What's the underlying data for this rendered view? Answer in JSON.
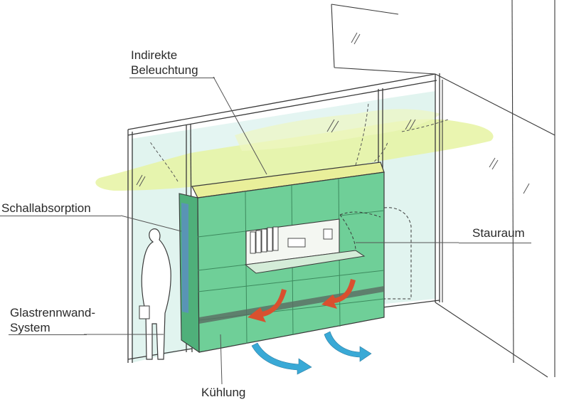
{
  "labels": {
    "lighting_line1": "Indirekte",
    "lighting_line2": "Beleuchtung",
    "sound": "Schallabsorption",
    "storage": "Stauraum",
    "partition_line1": "Glastrennwand-",
    "partition_line2": "System",
    "cooling": "Kühlung"
  },
  "colors": {
    "cabinet_green": "#6fcf98",
    "cabinet_green_dark": "#4fb07a",
    "glass_tint": "#d7f0ea",
    "light_glow": "#e6f3a2",
    "arrow_warm": "#d9502f",
    "arrow_cool": "#39a9d6",
    "ink": "#3a3a3a",
    "panel_blue": "#5a8fc0"
  }
}
